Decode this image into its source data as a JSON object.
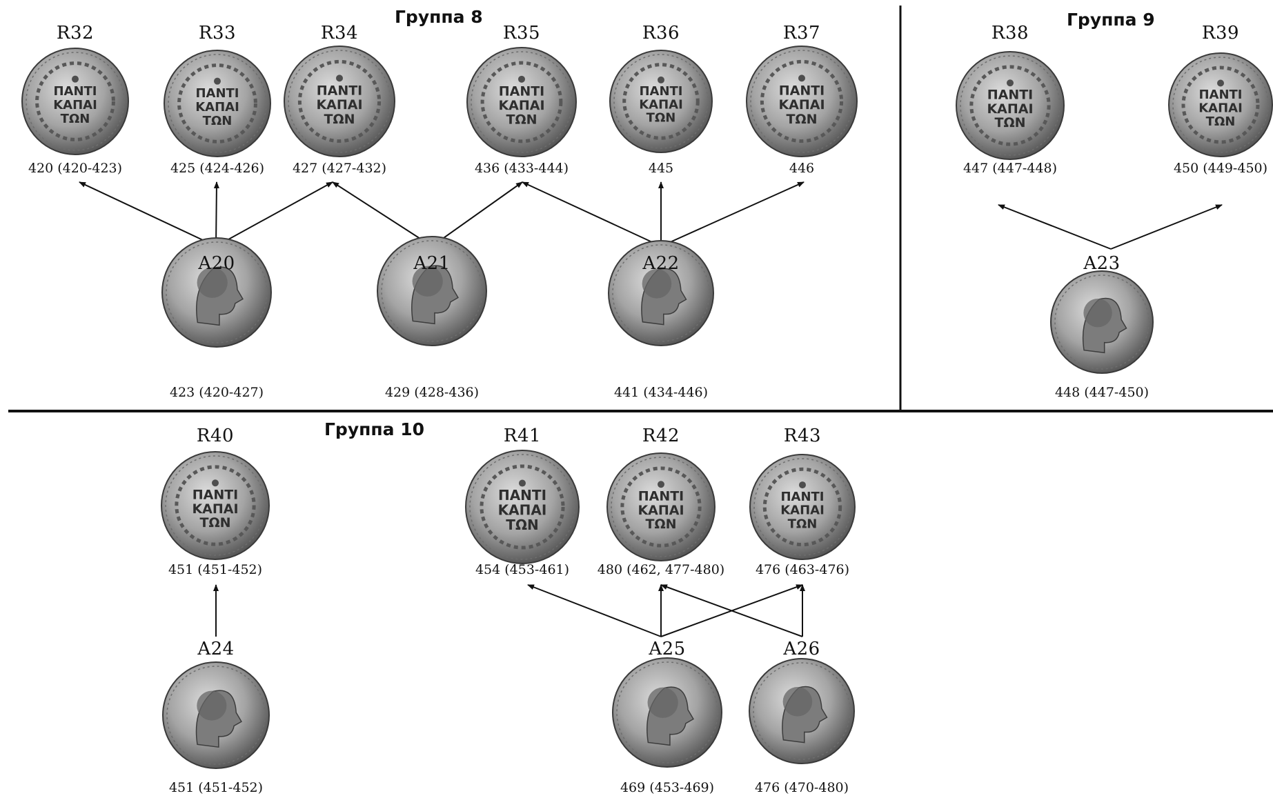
{
  "groups": [
    {
      "id": "g8",
      "title": "Группа 8"
    },
    {
      "id": "g9",
      "title": "Группа 9"
    },
    {
      "id": "g10",
      "title": "Группа 10"
    }
  ],
  "reverse_legend": [
    "ΠΑΝΤΙ",
    "ΚΑΠΑΙ",
    "ΤΩΝ"
  ],
  "reverses": [
    {
      "id": "R32",
      "label": "R32",
      "caption": "420 (420-423)"
    },
    {
      "id": "R33",
      "label": "R33",
      "caption": "425 (424-426)"
    },
    {
      "id": "R34",
      "label": "R34",
      "caption": "427 (427-432)"
    },
    {
      "id": "R35",
      "label": "R35",
      "caption": "436 (433-444)"
    },
    {
      "id": "R36",
      "label": "R36",
      "caption": "445"
    },
    {
      "id": "R37",
      "label": "R37",
      "caption": "446"
    },
    {
      "id": "R38",
      "label": "R38",
      "caption": "447 (447-448)"
    },
    {
      "id": "R39",
      "label": "R39",
      "caption": "450 (449-450)"
    },
    {
      "id": "R40",
      "label": "R40",
      "caption": "451 (451-452)"
    },
    {
      "id": "R41",
      "label": "R41",
      "caption": "454 (453-461)"
    },
    {
      "id": "R42",
      "label": "R42",
      "caption": "480 (462, 477-480)"
    },
    {
      "id": "R43",
      "label": "R43",
      "caption": "476 (463-476)"
    }
  ],
  "obverses": [
    {
      "id": "A20",
      "label": "A20",
      "caption": "423 (420-427)"
    },
    {
      "id": "A21",
      "label": "A21",
      "caption": "429 (428-436)"
    },
    {
      "id": "A22",
      "label": "A22",
      "caption": "441 (434-446)"
    },
    {
      "id": "A23",
      "label": "A23",
      "caption": "448 (447-450)"
    },
    {
      "id": "A24",
      "label": "A24",
      "caption": "451 (451-452)"
    },
    {
      "id": "A25",
      "label": "A25",
      "caption": "469 (453-469)"
    },
    {
      "id": "A26",
      "label": "A26",
      "caption": "476 (470-480)"
    }
  ],
  "links": [
    {
      "from": "A20",
      "to": "R32"
    },
    {
      "from": "A20",
      "to": "R33"
    },
    {
      "from": "A20",
      "to": "R34"
    },
    {
      "from": "A21",
      "to": "R34"
    },
    {
      "from": "A21",
      "to": "R35"
    },
    {
      "from": "A22",
      "to": "R35"
    },
    {
      "from": "A22",
      "to": "R36"
    },
    {
      "from": "A22",
      "to": "R37"
    },
    {
      "from": "A23",
      "to": "R38"
    },
    {
      "from": "A23",
      "to": "R39"
    },
    {
      "from": "A24",
      "to": "R40"
    },
    {
      "from": "A25",
      "to": "R41"
    },
    {
      "from": "A25",
      "to": "R42"
    },
    {
      "from": "A25",
      "to": "R43"
    },
    {
      "from": "A26",
      "to": "R42"
    },
    {
      "from": "A26",
      "to": "R43"
    }
  ],
  "colors": {
    "line": "#111111",
    "coin_light": "#d8d8d8",
    "coin_mid": "#9a9a9a",
    "coin_dark": "#4a4a4a"
  }
}
